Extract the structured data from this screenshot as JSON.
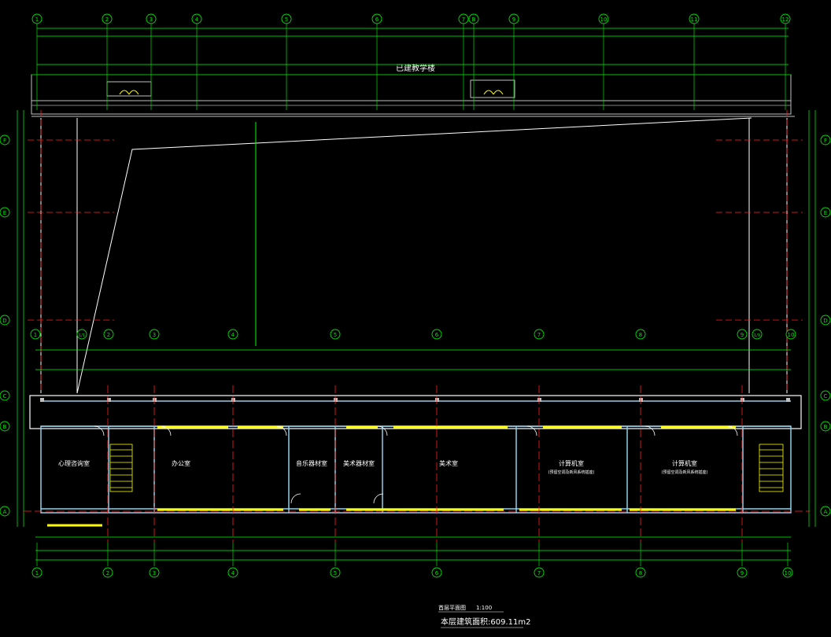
{
  "drawing": {
    "title": "已建教学楼",
    "plan_name": "首层平面图",
    "scale": "1:100",
    "area_label": "本层建筑面积:609.11m2"
  },
  "colors": {
    "background": "#000000",
    "axis": "#00e000",
    "grid_red": "#ff2020",
    "wall": "#8fd0e8",
    "window": "#ffff00",
    "dim": "#00ff00",
    "text": "#ffffff"
  },
  "top_axes": [
    "1",
    "2",
    "3",
    "4",
    "5",
    "6",
    "7",
    "B",
    "9",
    "10",
    "11",
    "12"
  ],
  "top_rows": [
    "F",
    "E",
    "D",
    "C",
    "B",
    "A"
  ],
  "lower_axes": [
    "1",
    "1/1",
    "2",
    "3",
    "4",
    "5",
    "6",
    "7",
    "8",
    "9",
    "1/9",
    "10"
  ],
  "bottom_axes": [
    "1",
    "2",
    "3",
    "4",
    "5",
    "6",
    "7",
    "8",
    "9",
    "10"
  ],
  "rooms": [
    {
      "name": "心理咨询室"
    },
    {
      "name": "办公室"
    },
    {
      "name": "音乐器材室"
    },
    {
      "name": "美术器材室"
    },
    {
      "name": "美术室"
    },
    {
      "name": "计算机室",
      "sub": "(预留空调及新风系统插座)"
    },
    {
      "name": "计算机室",
      "sub": "(预留空调及新风系统插座)"
    }
  ]
}
